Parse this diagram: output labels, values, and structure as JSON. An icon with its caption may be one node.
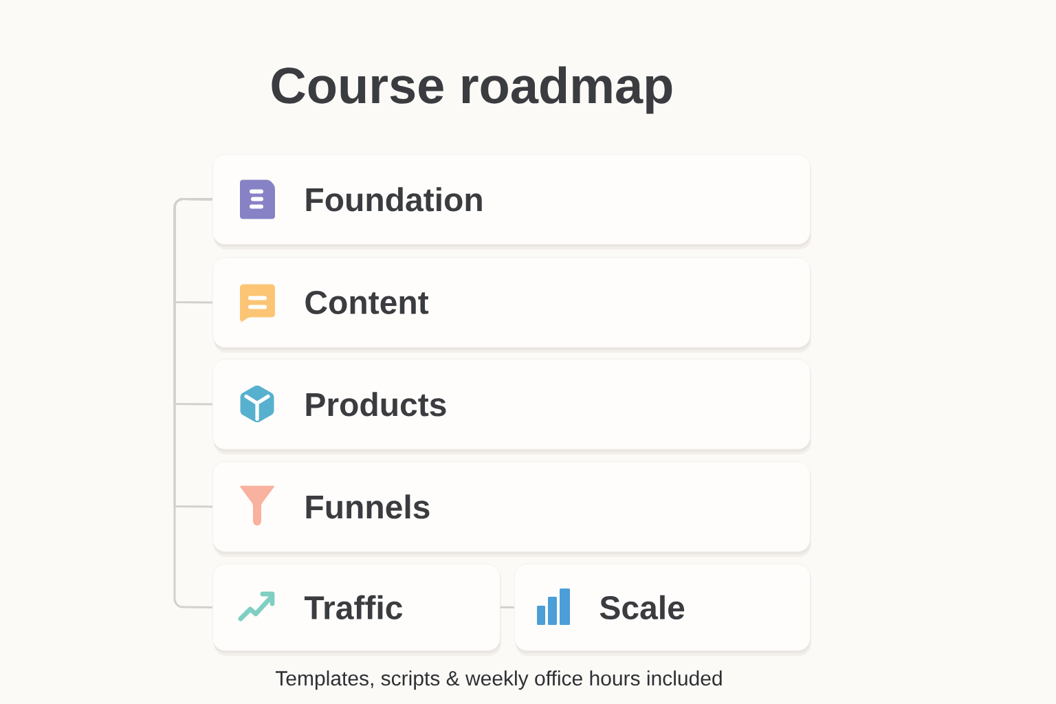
{
  "diagram": {
    "title": "Course roadmap",
    "caption": "Templates, scripts & weekly office hours included",
    "nodes": [
      {
        "text": [
          "Foundation"
        ]
      },
      {
        "text": [
          "Content"
        ]
      },
      {
        "text": [
          "Products"
        ]
      },
      {
        "text": [
          "Funnels"
        ]
      },
      {
        "text": [
          "Traffic"
        ]
      },
      {
        "text": [
          "Scale"
        ]
      }
    ],
    "edges": [
      {
        "from": 0,
        "to": 1,
        "arrow": "none"
      },
      {
        "from": 0,
        "to": 2,
        "arrow": "none"
      },
      {
        "from": 0,
        "to": 3,
        "arrow": "none"
      },
      {
        "from": 0,
        "to": 4,
        "arrow": "none"
      },
      {
        "from": 4,
        "to": 5,
        "arrow": "none"
      }
    ]
  }
}
